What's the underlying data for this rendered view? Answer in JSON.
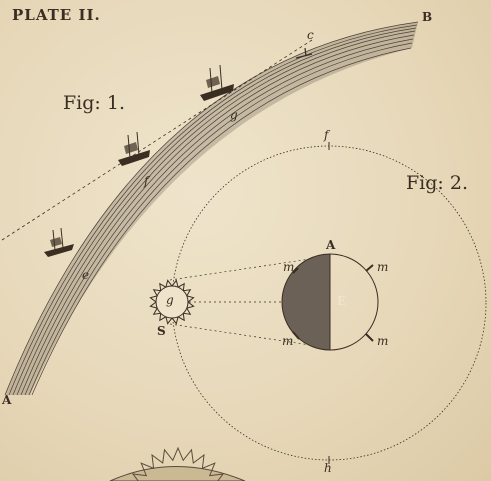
{
  "plate_title": "PLATE II.",
  "fig1": {
    "title": "Fig: 1.",
    "end_labels": {
      "a": "A",
      "b": "B"
    },
    "points": [
      "c",
      "g",
      "f",
      "e"
    ]
  },
  "fig2": {
    "title": "Fig: 2.",
    "orbit_labels": {
      "top": "f",
      "bottom": "h"
    },
    "earth_labels": {
      "top": "A",
      "center": "E"
    },
    "sun_labels": {
      "center": "g",
      "bottom": "S"
    },
    "m_label": "m"
  },
  "colors": {
    "ink": "#3a2d22",
    "paper": "#e9dcc0",
    "shadow": "#6b6157"
  }
}
